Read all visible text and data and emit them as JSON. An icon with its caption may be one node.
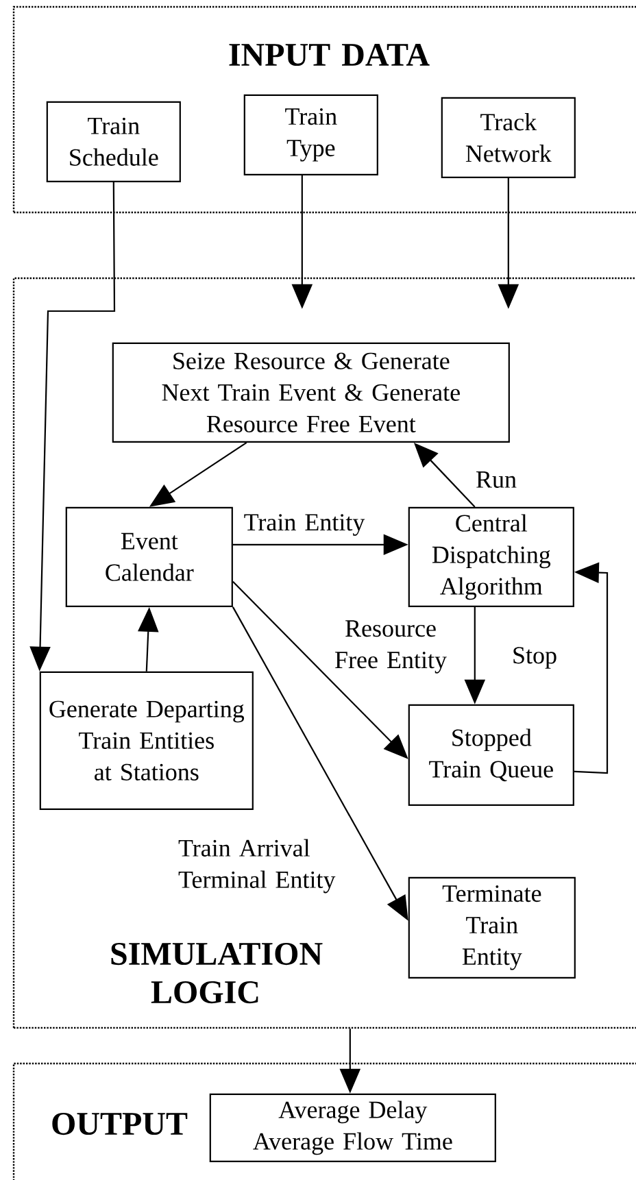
{
  "diagram": {
    "nodes": [
      {
        "text": [
          "INPUT DATA"
        ]
      },
      {
        "text": [
          "Train Schedule"
        ],
        "in": 0
      },
      {
        "text": [
          "Train Type"
        ],
        "in": 0
      },
      {
        "text": [
          "Track Network"
        ],
        "in": 0
      },
      {
        "text": [
          "SIMULATION LOGIC"
        ]
      },
      {
        "text": [
          "Seize Resource & Generate Next Train Event & Generate Resource Free Event"
        ],
        "in": 4
      },
      {
        "text": [
          "Event Calendar"
        ],
        "in": 4
      },
      {
        "text": [
          "Central Dispatching Algorithm"
        ],
        "in": 4
      },
      {
        "text": [
          "Generate Departing Train Entities at Stations"
        ],
        "in": 4
      },
      {
        "text": [
          "Stopped Train Queue"
        ],
        "in": 4
      },
      {
        "text": [
          "Terminate Train Entity"
        ],
        "in": 4
      },
      {
        "text": [
          "OUTPUT"
        ]
      },
      {
        "text": [
          "Average Delay Average Flow Time"
        ],
        "in": 11
      }
    ],
    "edges": [
      {
        "from": 1,
        "to": 8,
        "arrow": "to"
      },
      {
        "from": 2,
        "to": 4,
        "arrow": "to"
      },
      {
        "from": 3,
        "to": 4,
        "arrow": "to"
      },
      {
        "from": 5,
        "to": 6,
        "arrow": "to"
      },
      {
        "from": 7,
        "to": 5,
        "arrow": "to",
        "label": "Run"
      },
      {
        "from": 6,
        "to": 7,
        "arrow": "to",
        "label": "Train Entity"
      },
      {
        "from": 6,
        "to": 9,
        "arrow": "to",
        "label": "Resource Free Entity"
      },
      {
        "from": 7,
        "to": 9,
        "arrow": "to",
        "label": "Stop"
      },
      {
        "from": 9,
        "to": 7,
        "arrow": "to"
      },
      {
        "from": 8,
        "to": 6,
        "arrow": "to"
      },
      {
        "from": 6,
        "to": 10,
        "arrow": "to",
        "label": "Train Arrival Terminal Entity"
      },
      {
        "from": 4,
        "to": 12,
        "arrow": "to"
      }
    ]
  }
}
